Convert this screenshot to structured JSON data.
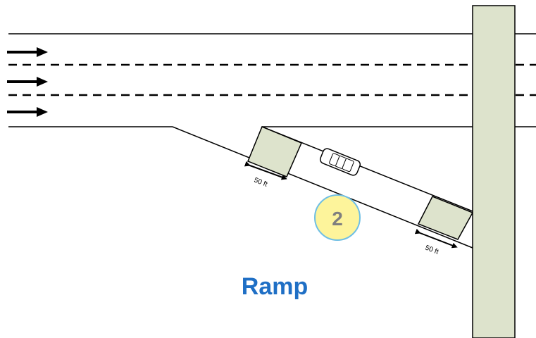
{
  "diagram": {
    "zone_number": "2",
    "zone_length_label_1": "50 ft",
    "zone_length_label_2": "50 ft",
    "ramp_label": "Ramp"
  },
  "colors": {
    "lines": "#000000",
    "pillar_fill": "#dde3cc",
    "zone_fill": "#dde3cc",
    "badge_fill": "#fdf49b",
    "badge_border": "#6fbfe4",
    "badge_text": "#7f7f7f",
    "ramp_text": "#1f6fc5"
  }
}
